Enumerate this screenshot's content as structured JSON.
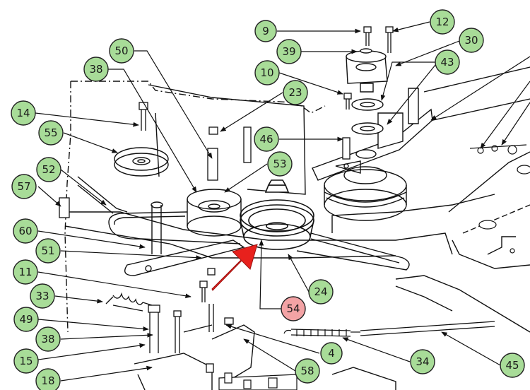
{
  "diagram": {
    "callouts": [
      {
        "id": "c9",
        "label": "9",
        "style": "green"
      },
      {
        "id": "c12",
        "label": "12",
        "style": "green"
      },
      {
        "id": "c30",
        "label": "30",
        "style": "green"
      },
      {
        "id": "c39",
        "label": "39",
        "style": "green"
      },
      {
        "id": "c43",
        "label": "43",
        "style": "green"
      },
      {
        "id": "c50",
        "label": "50",
        "style": "green"
      },
      {
        "id": "c38a",
        "label": "38",
        "style": "green"
      },
      {
        "id": "c10",
        "label": "10",
        "style": "green"
      },
      {
        "id": "c23",
        "label": "23",
        "style": "green"
      },
      {
        "id": "c14",
        "label": "14",
        "style": "green"
      },
      {
        "id": "c55",
        "label": "55",
        "style": "green"
      },
      {
        "id": "c46",
        "label": "46",
        "style": "green"
      },
      {
        "id": "c53",
        "label": "53",
        "style": "green"
      },
      {
        "id": "c52",
        "label": "52",
        "style": "green"
      },
      {
        "id": "c57",
        "label": "57",
        "style": "green"
      },
      {
        "id": "c60",
        "label": "60",
        "style": "green"
      },
      {
        "id": "c51",
        "label": "51",
        "style": "green"
      },
      {
        "id": "c11",
        "label": "11",
        "style": "green"
      },
      {
        "id": "c33",
        "label": "33",
        "style": "green"
      },
      {
        "id": "c24",
        "label": "24",
        "style": "green"
      },
      {
        "id": "c54",
        "label": "54",
        "style": "red"
      },
      {
        "id": "c49",
        "label": "49",
        "style": "green"
      },
      {
        "id": "c38b",
        "label": "38",
        "style": "green"
      },
      {
        "id": "c4",
        "label": "4",
        "style": "green"
      },
      {
        "id": "c15",
        "label": "15",
        "style": "green"
      },
      {
        "id": "c34",
        "label": "34",
        "style": "green"
      },
      {
        "id": "c45",
        "label": "45",
        "style": "green"
      },
      {
        "id": "c58",
        "label": "58",
        "style": "green"
      },
      {
        "id": "c18",
        "label": "18",
        "style": "green"
      }
    ],
    "highlight_arrow": {
      "points_to": "54",
      "color": "#e8211d"
    },
    "colors": {
      "green_fill": "#a8dc98",
      "red_fill": "#f3a3a5",
      "outline": "#222222",
      "line": "#111111"
    }
  }
}
